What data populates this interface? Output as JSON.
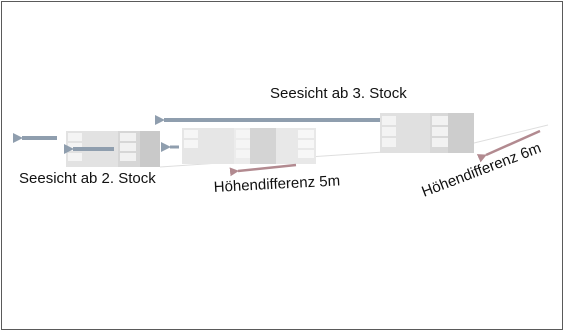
{
  "labels": {
    "view_3rd_floor": "Seesicht ab 3. Stock",
    "view_2nd_floor": "Seesicht ab 2. Stock",
    "height_diff_1": "Höhendifferenz 5m",
    "height_diff_2": "Höhendifferenz 6m"
  },
  "colors": {
    "view_arrow": "#8f9eae",
    "height_arrow": "#b28a90",
    "building_fill": "#dcdcdc",
    "building_shade": "#c8c8c8",
    "frame": "#5a5a5a"
  },
  "buildings": [
    {
      "name": "building-left",
      "units": 2
    },
    {
      "name": "building-middle",
      "units": 3
    },
    {
      "name": "building-right",
      "units": 2
    }
  ]
}
